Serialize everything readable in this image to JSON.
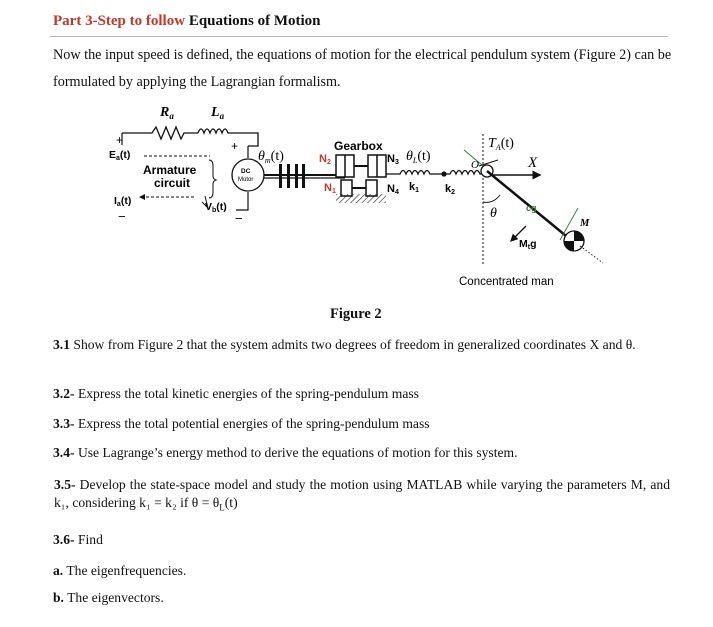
{
  "heading": {
    "prefix": "Part 3-Step to follow",
    "title": "Equations of Motion"
  },
  "intro": "Now the input speed is defined, the equations of motion for the electrical pendulum system (Figure 2) can be formulated by applying the Lagrangian formalism.",
  "figure": {
    "Ra": "R",
    "Ra_sub": "a",
    "La": "L",
    "La_sub": "a",
    "Ea": "E",
    "Ea_sub": "a",
    "Ea_arg": "(t)",
    "Ia": "I",
    "Ia_sub": "a",
    "Ia_arg": "(t)",
    "armature_1": "Armature",
    "armature_2": "circuit",
    "Vb": "V",
    "Vb_sub": "b",
    "Vb_arg": "(t)",
    "motor_1": "DC",
    "motor_2": "Motor",
    "theta_m": "θ",
    "theta_m_sub": "m",
    "theta_m_arg": "(t)",
    "gearbox": "Gearbox",
    "N1": "N",
    "N1_sub": "1",
    "N2": "N",
    "N2_sub": "2",
    "N3": "N",
    "N3_sub": "3",
    "N4": "N",
    "N4_sub": "4",
    "theta_L": "θ",
    "theta_L_sub": "L",
    "theta_L_arg": "(t)",
    "k1": "k",
    "k1_sub": "1",
    "k2": "k",
    "k2_sub": "2",
    "TA": "T",
    "TA_sub": "A",
    "TA_arg": "(t)",
    "X": "X",
    "O": "O",
    "cg": "cg",
    "theta": "θ",
    "M": "M",
    "Mg": "M",
    "Mg_sub": "t",
    "Mg_tail": "g",
    "plus": "+",
    "minus": "−",
    "concentrated": "Concentrated man",
    "accent": "#2e7d32"
  },
  "caption": "Figure 2",
  "questions": {
    "q31_num": "3.1",
    "q31_text": "Show from Figure 2 that the system admits two degrees of freedom in generalized coordinates X and θ.",
    "q32_num": "3.2-",
    "q32_text": "Express the total kinetic energies of the spring-pendulum mass",
    "q33_num": "3.3-",
    "q33_text": "Express the total potential energies of the spring-pendulum mass",
    "q34_num": "3.4-",
    "q34_text": "Use Lagrange’s energy method to derive the equations of motion for this system.",
    "q35_num": "3.5-",
    "q35_text": "Develop the state-space model and study the motion using MATLAB while varying the parameters M, and k₁, considering k₁ = k₂ if θ = θ",
    "q35_sub": "L",
    "q35_tail": "(t)",
    "q36_num": "3.6-",
    "q36_text": "Find",
    "qa_num": "a.",
    "qa_text": "The eigenfrequencies.",
    "qb_num": "b.",
    "qb_text": "The eigenvectors."
  }
}
